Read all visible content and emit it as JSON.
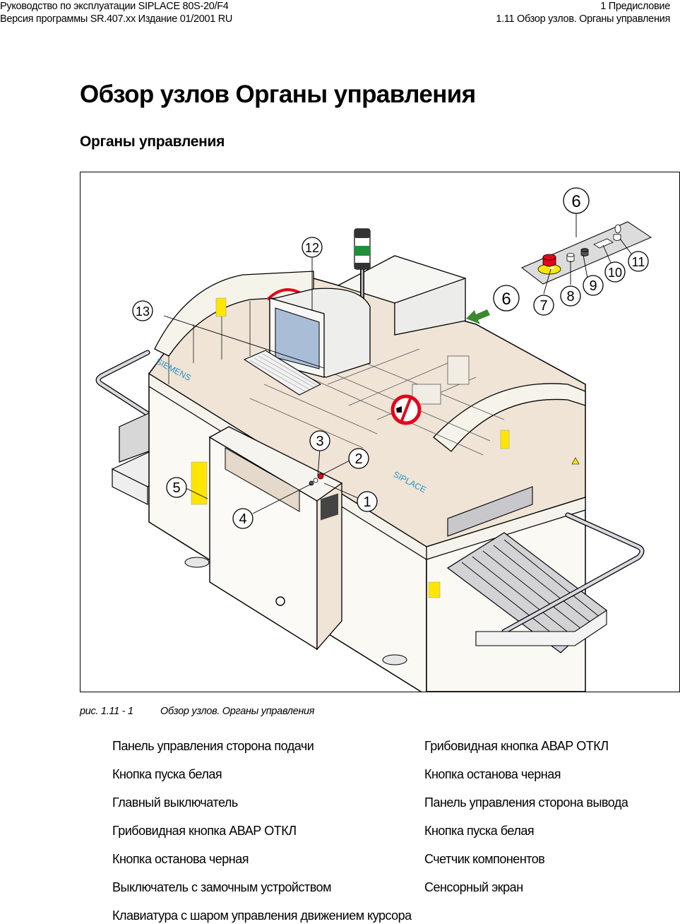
{
  "header": {
    "manual_title": "Руководство по эксплуатации SIPLACE 80S-20/F4",
    "version_line": "Версия программы SR.407.xx  Издание 01/2001 RU",
    "chapter": "1 Предисловие",
    "section": "1.11 Обзор узлов. Органы управления"
  },
  "page_title": "Обзор узлов  Органы управления",
  "section_title": "Органы управления",
  "figure": {
    "callouts": [
      "1",
      "2",
      "3",
      "4",
      "5",
      "6",
      "7",
      "8",
      "9",
      "10",
      "11",
      "12",
      "13"
    ],
    "brand_labels": {
      "siemens": "SIEMENS",
      "siplace": "SIPLACE"
    },
    "colors": {
      "emergency_red": "#e3061b",
      "warning_yellow": "#ffe600",
      "signal_green": "#1f8f3a",
      "arrow_green": "#3a8a2e",
      "screen_blue": "#a9bdd6",
      "interior_beige": "#efe4d6",
      "panel_gray": "#dcdcdc"
    }
  },
  "caption": {
    "number": "рис. 1.11 - 1",
    "text": "Обзор узлов. Органы управления"
  },
  "legend": {
    "left": [
      "Панель управления  сторона подачи",
      "Кнопка пуска  белая",
      "Главный выключатель",
      "Грибовидная кнопка АВАР ОТКЛ",
      "Кнопка останова  черная",
      "Выключатель с замочным устройством",
      "Клавиатура с шаром управления движением курсора"
    ],
    "right": [
      "Грибовидная кнопка АВАР ОТКЛ",
      "Кнопка останова  черная",
      "Панель управления  сторона вывода",
      "Кнопка пуска  белая",
      "Счетчик компонентов",
      "Сенсорный экран"
    ]
  }
}
